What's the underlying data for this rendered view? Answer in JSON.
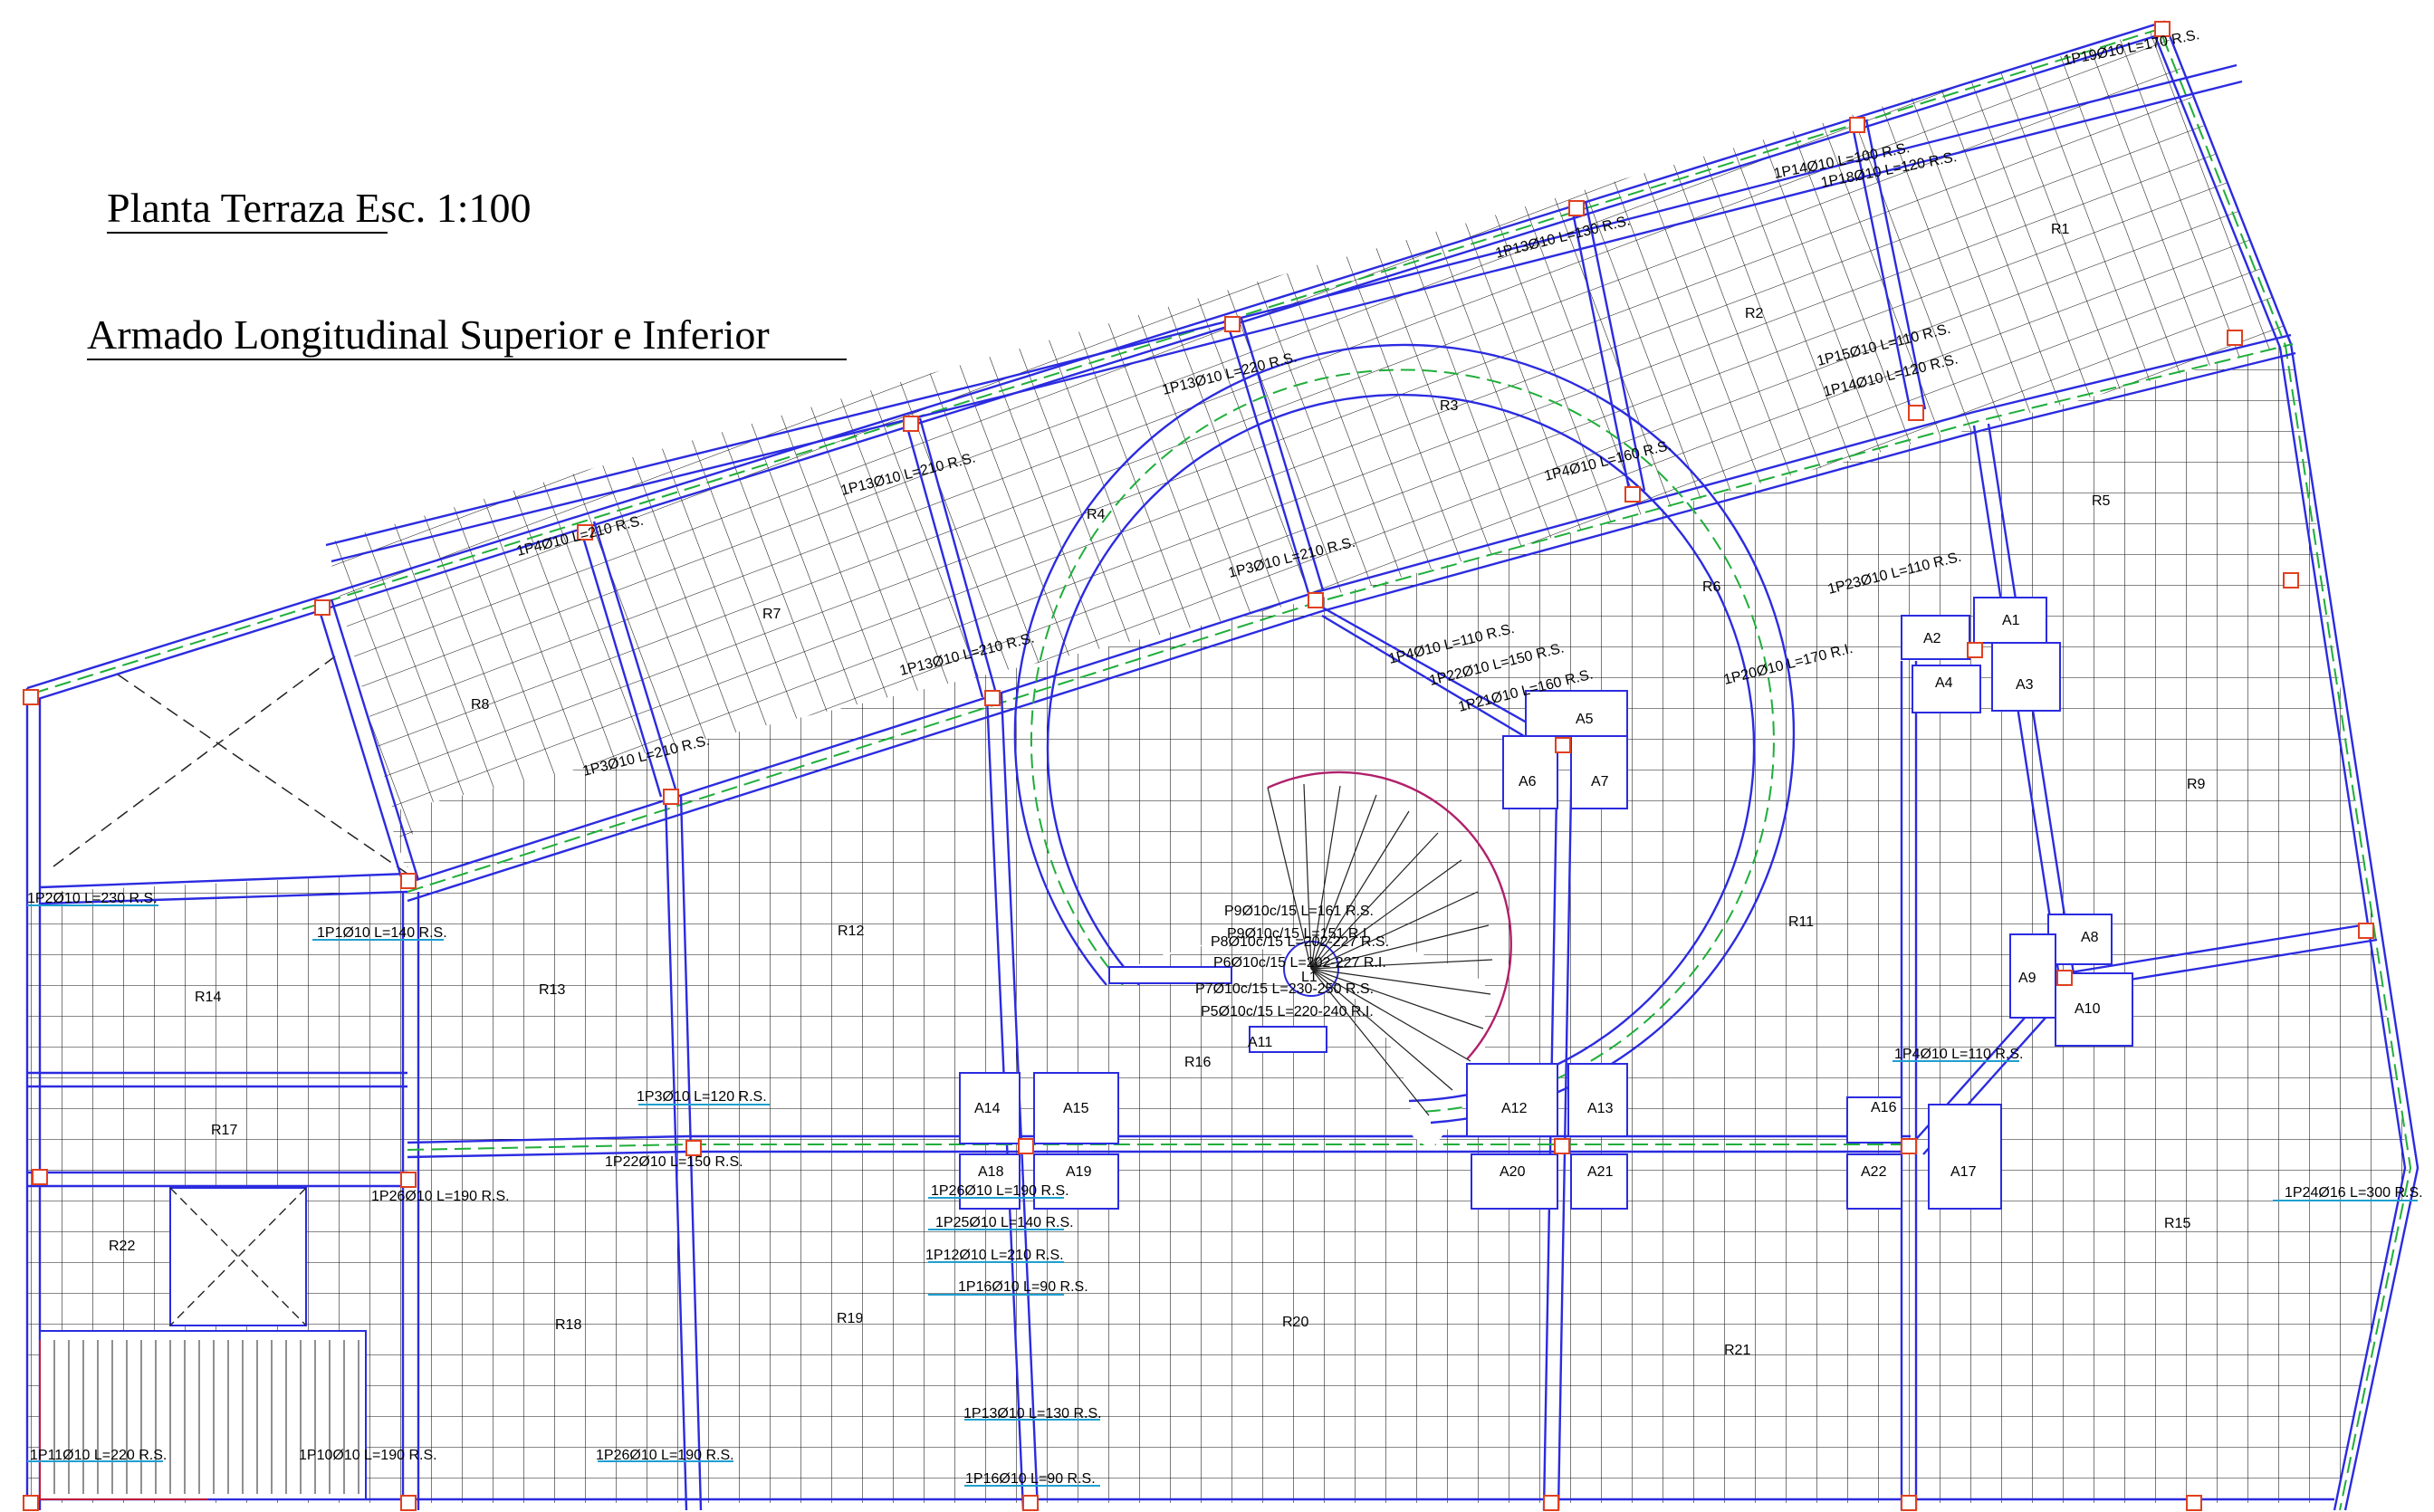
{
  "titles": {
    "plan": "Planta Terraza Esc. 1:100",
    "reinforcement": "Armado Longitudinal Superior e Inferior"
  },
  "colors": {
    "beam": "#2b2be0",
    "axis": "#1fae3a",
    "column": "#e0401f",
    "grid": "#111111",
    "rebar": "#1f9fd0",
    "stair_accent": "#b0206a"
  },
  "slabs": [
    "R1",
    "R2",
    "R3",
    "R4",
    "R5",
    "R6",
    "R7",
    "R8",
    "R9",
    "R11",
    "R12",
    "R13",
    "R14",
    "R15",
    "R16",
    "R17",
    "R18",
    "R19",
    "R20",
    "R21",
    "R22"
  ],
  "abacos": [
    "A1",
    "A2",
    "A3",
    "A4",
    "A5",
    "A6",
    "A7",
    "A8",
    "A9",
    "A10",
    "A11",
    "A12",
    "A13",
    "A14",
    "A15",
    "A16",
    "A17",
    "A18",
    "A19",
    "A20",
    "A21",
    "A22"
  ],
  "stair": {
    "label": "L1"
  },
  "rebars": [
    "1P19Ø10 L=170 R.S.",
    "1P14Ø10 L=100 R.S.",
    "1P18Ø10 L=120 R.S.",
    "1P13Ø10 L=130 R.S.",
    "1P15Ø10 L=110 R.S.",
    "1P14Ø10 L=120 R.S.",
    "1P13Ø10 L=220 R.S.",
    "1P4Ø10 L=160 R.S.",
    "1P13Ø10 L=210 R.S.",
    "1P4Ø10 L=210 R.S.",
    "1P3Ø10 L=210 R.S.",
    "1P23Ø10 L=110 R.S.",
    "1P4Ø10 L=110 R.S.",
    "1P22Ø10 L=150 R.S.",
    "1P21Ø10 L=160 R.S.",
    "1P20Ø10 L=170 R.I.",
    "1P13Ø10 L=210 R.S.",
    "1P3Ø10 L=210 R.S.",
    "1P2Ø10 L=230 R.S.",
    "1P1Ø10 L=140 R.S.",
    "P9Ø10c/15 L=161 R.S.",
    "P9Ø10c/15 L=151 R.I.",
    "P8Ø10c/15 L=202-227 R.S.",
    "P6Ø10c/15 L=202-227 R.I.",
    "P7Ø10c/15 L=230-250 R.S.",
    "P5Ø10c/15 L=220-240 R.I.",
    "1P4Ø10 L=110 R.S.",
    "1P3Ø10 L=120 R.S.",
    "1P22Ø10 L=150 R.S.",
    "1P26Ø10 L=190 R.S.",
    "1P26Ø10 L=190 R.S.",
    "1P25Ø10 L=140 R.S.",
    "1P12Ø10 L=210 R.S.",
    "1P16Ø10 L=90 R.S.",
    "1P24Ø16 L=300 R.S.",
    "1P13Ø10 L=130 R.S.",
    "1P11Ø10 L=220 R.S.",
    "1P10Ø10 L=190 R.S.",
    "1P26Ø10 L=190 R.S.",
    "1P16Ø10 L=90 R.S."
  ]
}
